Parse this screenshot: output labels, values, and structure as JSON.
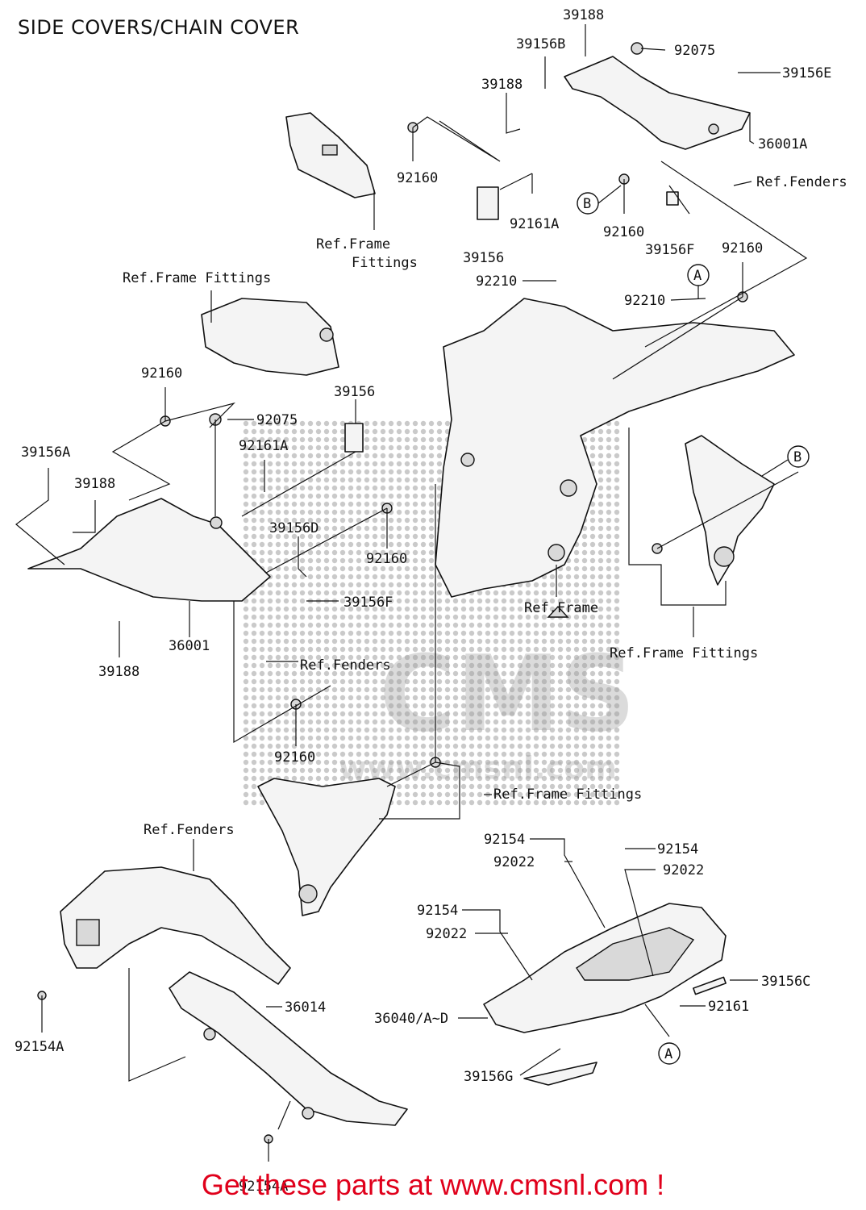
{
  "title": "SIDE COVERS/CHAIN COVER",
  "footer_link_text": "Get these parts at www.cmsnl.com !",
  "watermark": "CMS",
  "watermark_url": "www.cmsnl.com",
  "labels": {
    "l39188a": "39188",
    "l39156b": "39156B",
    "l92075a": "92075",
    "l39156e": "39156E",
    "l39188b": "39188",
    "l36001a": "36001A",
    "l92160a": "92160",
    "l92161a_top": "92161A",
    "l39156_top": "39156",
    "l92160b": "92160",
    "l39156f_top": "39156F",
    "l92160c": "92160",
    "l92210a": "92210",
    "l92210b": "92210",
    "l92160d": "92160",
    "l39156_mid": "39156",
    "l92075b": "92075",
    "l92161a_mid": "92161A",
    "l39156a": "39156A",
    "l39188c": "39188",
    "l39156d": "39156D",
    "l92160e": "92160",
    "l39156f_mid": "39156F",
    "l36001": "36001",
    "l39188d": "39188",
    "l92160f": "92160",
    "l92154a": "92154",
    "l92022a": "92022",
    "l92154b": "92154",
    "l92022b": "92022",
    "l92154c": "92154",
    "l92022c": "92022",
    "l39156c": "39156C",
    "l92161": "92161",
    "l36040": "36040/A~D",
    "l39156g": "39156G",
    "l36014": "36014",
    "l92154a_left": "92154A",
    "l92154a_bottom": "92154A"
  },
  "refs": {
    "ref_fenders_top": "Ref.Fenders",
    "ref_frame": "Ref.Frame",
    "ref_frame_fittings_top": "Fittings",
    "ref_frame_fittings_left": "Ref.Frame Fittings",
    "ref_frame_center": "Ref.Frame",
    "ref_frame_fittings_right": "Ref.Frame Fittings",
    "ref_fenders_mid": "Ref.Fenders",
    "ref_frame_fittings_low": "Ref.Frame Fittings",
    "ref_fenders_low": "Ref.Fenders"
  },
  "markers": {
    "b_top": "B",
    "a_top": "A",
    "b_right": "B",
    "a_bottom": "A"
  }
}
